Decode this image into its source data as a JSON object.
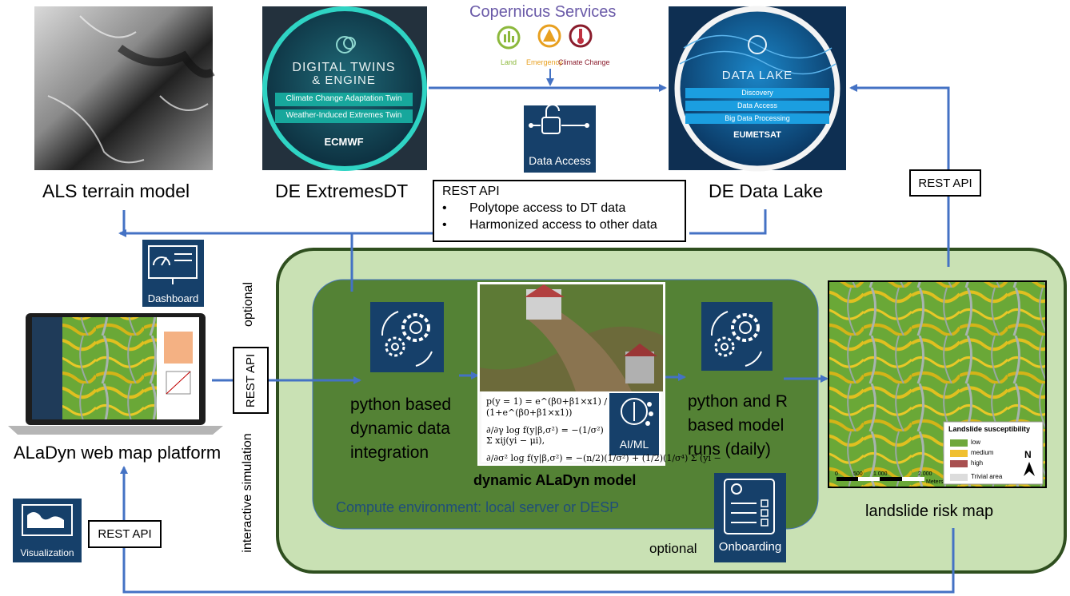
{
  "header": {
    "copernicus_title": "Copernicus Services"
  },
  "copernicus": [
    {
      "name": "Land",
      "color": "#8cb83c",
      "icon": "land-icon"
    },
    {
      "name": "Emergency",
      "color": "#e8a020",
      "icon": "emergency-icon"
    },
    {
      "name": "Climate Change",
      "color": "#8a1c2c",
      "icon": "climate-change-icon"
    }
  ],
  "top_labels": {
    "als": "ALS terrain model",
    "extremes": "DE ExtremesDT",
    "datalake": "DE Data Lake"
  },
  "dt_badge": {
    "title1": "DIGITAL TWINS",
    "title2": "& ENGINE",
    "band1": "Climate Change Adaptation Twin",
    "band2": "Weather-Induced Extremes Twin",
    "brand": "ECMWF"
  },
  "dl_badge": {
    "title": "DATA LAKE",
    "band1": "Discovery",
    "band2": "Data Access",
    "band3": "Big Data Processing",
    "brand": "EUMETSAT"
  },
  "data_access": {
    "label": "Data Access"
  },
  "rest_box": {
    "title": "REST API",
    "bullet": "•",
    "items": [
      "Polytope access to DT data",
      "Harmonized access to other data"
    ]
  },
  "rest_api_label": "REST API",
  "dashboard": {
    "label": "Dashboard"
  },
  "visualization": {
    "label": "Visualization"
  },
  "onboarding": {
    "label": "Onboarding"
  },
  "aiml": {
    "label": "AI/ML"
  },
  "optional_label": "optional",
  "interactive_simulation": "interactive simulation",
  "platform_label": "ALaDyn web map platform",
  "model": {
    "left_text": [
      "python based",
      "dynamic data",
      "integration"
    ],
    "right_text": [
      "python and R",
      "based model",
      "runs (daily)"
    ],
    "title": "dynamic ALaDyn model",
    "compute_env": "Compute environment: local server or DESP"
  },
  "risk_map": {
    "label": "landslide risk map",
    "legend_title": "Landslide susceptibility",
    "legend": [
      {
        "name": "low",
        "color": "#6fa83c"
      },
      {
        "name": "medium",
        "color": "#f0c030"
      },
      {
        "name": "high",
        "color": "#a85050"
      },
      {
        "name": "Trivial area",
        "color": "#dcdcdc"
      }
    ],
    "north": "N",
    "scale": [
      "0",
      "500",
      "1.000",
      "2.000"
    ],
    "scale_unit": "Meters"
  },
  "formulas": [
    "p(y = 1) = e^(β0+β1×x1) / (1+e^(β0+β1×x1))",
    "∂/∂γ log f(y|β,σ²) = −(1/σ²) Σ xij(yi − μi),",
    "∂/∂σ² log f(y|β,σ²) = −(n/2)(1/σ²) + (1/2)(1/σ⁴) Σ (yi −"
  ],
  "colors": {
    "outer_green": "#c9e1b4",
    "outer_border": "#2f4f1f",
    "inner_green": "#548235",
    "arrow_blue": "#4472c4",
    "tile_blue": "#16406a",
    "compute_text": "#1f4e79"
  }
}
